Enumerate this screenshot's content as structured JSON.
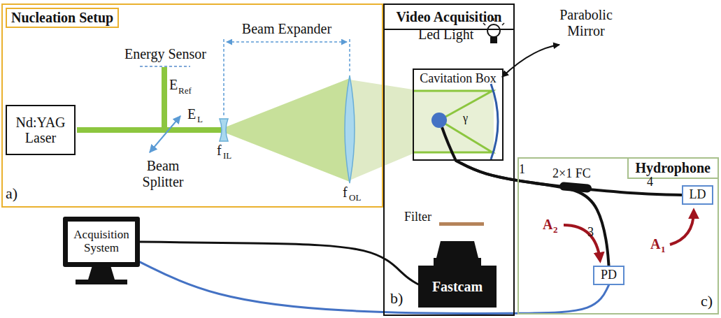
{
  "diagram": {
    "nodes": [
      {
        "text": [
          "Nucleation Setup"
        ]
      },
      {
        "text": [
          "Nd:YAG Laser"
        ],
        "in": 0
      },
      {
        "text": [
          "Video Acquisition"
        ]
      },
      {
        "text": [
          "Cavitation Box"
        ],
        "in": 2
      },
      {
        "text": [
          "Fastcam"
        ],
        "in": 2
      },
      {
        "text": [
          "Hydrophone"
        ]
      },
      {
        "text": [
          "LD"
        ],
        "in": 5
      },
      {
        "text": [
          "PD"
        ],
        "in": 5
      },
      {
        "text": [
          "Acquisition System"
        ]
      }
    ],
    "edges": [
      {
        "from": 8,
        "to": 4,
        "arrow": "none"
      },
      {
        "from": 8,
        "to": 7,
        "arrow": "none"
      },
      {
        "from": 3,
        "to": 6,
        "arrow": "none"
      },
      {
        "from": 3,
        "to": 7,
        "arrow": "none"
      }
    ],
    "labels": [
      "Energy Sensor",
      "E",
      "Ref",
      "E",
      "L",
      "Beam Splitter",
      "Beam Expander",
      "f",
      "IL",
      "f",
      "OL",
      "a)",
      "Led Light",
      "γ",
      "Parabolic Mirror",
      "Filter",
      "b)",
      "1",
      "2×1 FC",
      "4",
      "3",
      "A",
      "2",
      "A",
      "1",
      "c)"
    ]
  }
}
